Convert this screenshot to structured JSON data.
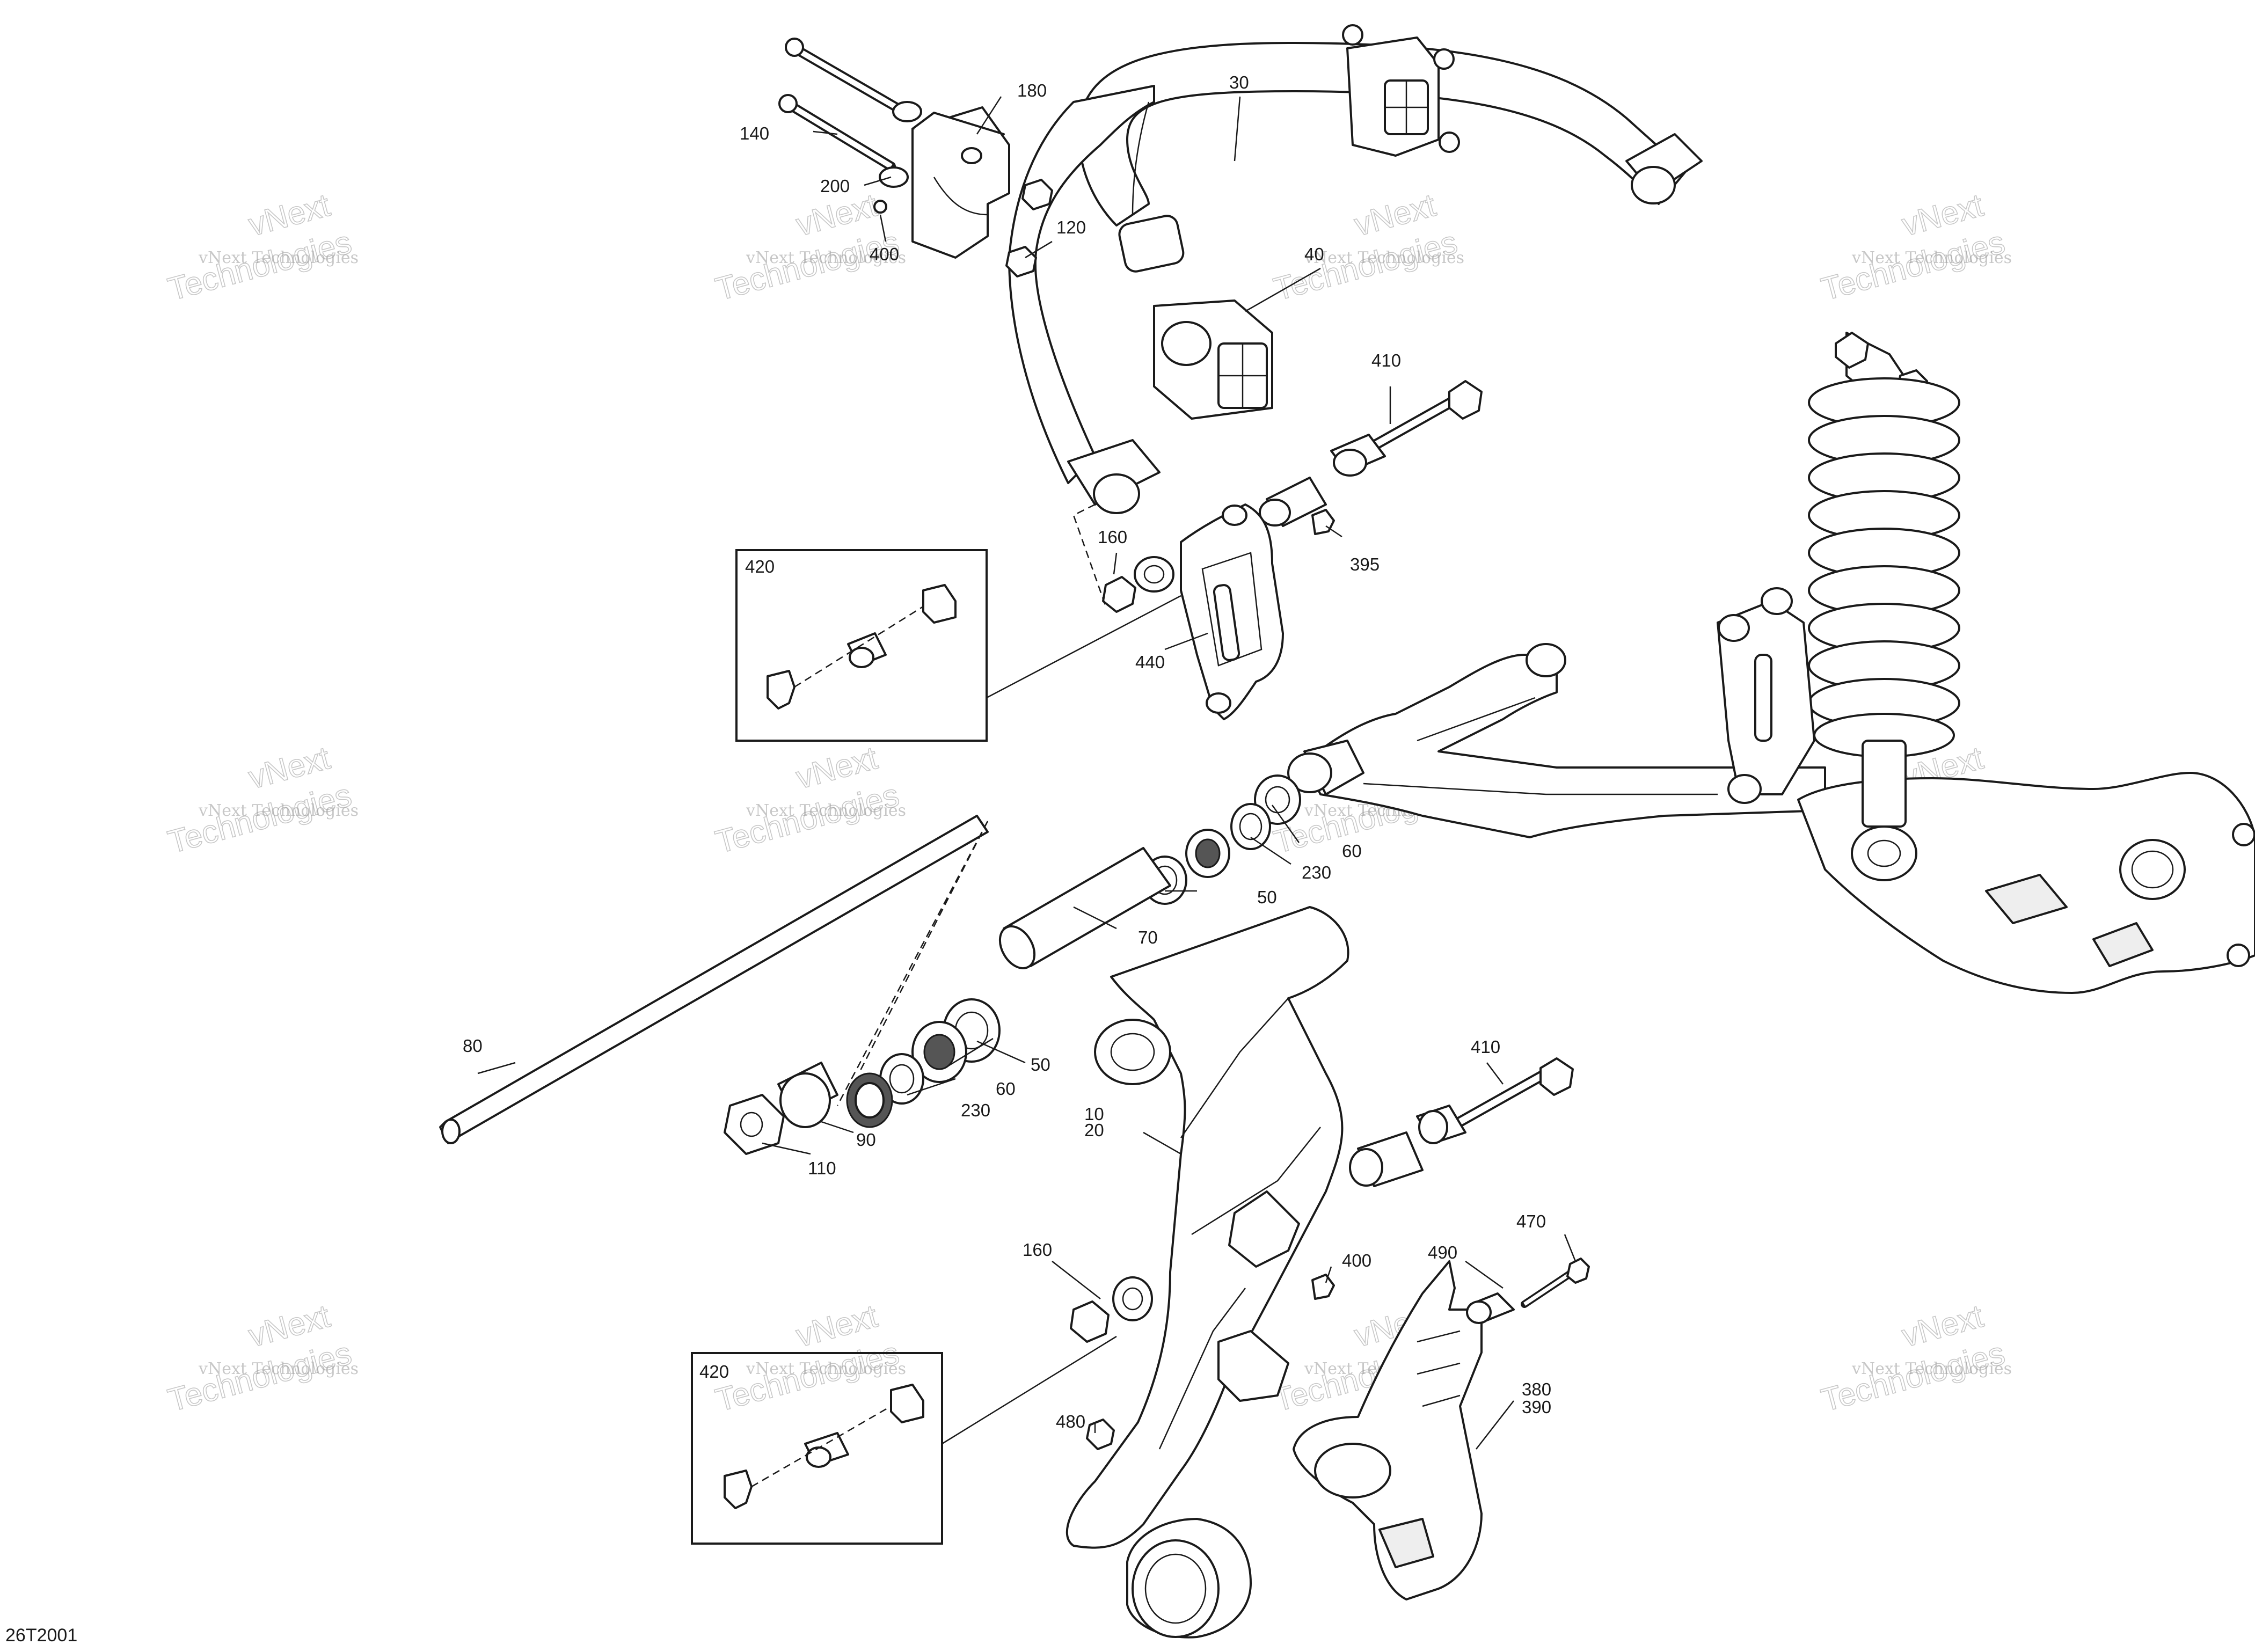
{
  "diagram_id": "26T2001",
  "watermark": {
    "line1": "vNext Technologies",
    "line2": "vNext",
    "line3": "Technologies"
  },
  "callouts": {
    "c180": "180",
    "c30": "30",
    "c140": "140",
    "c200": "200",
    "c120": "120",
    "c400a": "400",
    "c40": "40",
    "c410a": "410",
    "c395": "395",
    "c160a": "160",
    "c420a": "420",
    "c440": "440",
    "c60a": "60",
    "c230a": "230",
    "c50a": "50",
    "c70": "70",
    "c50b": "50",
    "c60b": "60",
    "c230b": "230",
    "c80": "80",
    "c90": "90",
    "c110": "110",
    "c410b": "410",
    "c10": "10",
    "c20": "20",
    "c160b": "160",
    "c400b": "400",
    "c490": "490",
    "c470": "470",
    "c420b": "420",
    "c480": "480",
    "c380": "380",
    "c390": "390"
  }
}
